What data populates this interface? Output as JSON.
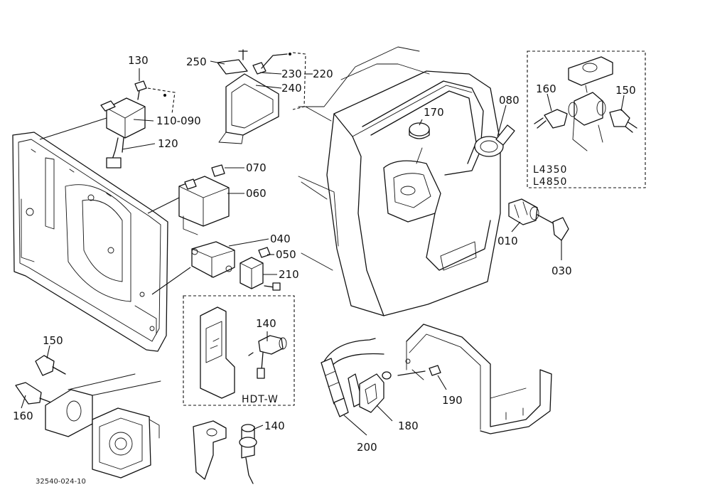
{
  "diagram": {
    "part_labels": {
      "p130": "130",
      "p110_090": "110-090",
      "p120": "120",
      "p250": "250",
      "p230": "230",
      "p220": "220",
      "p240": "240",
      "p070": "070",
      "p060": "060",
      "p040": "040",
      "p050": "050",
      "p210": "210",
      "p140_box": "140",
      "p140_bottom": "140",
      "p150_left": "150",
      "p160_left": "160",
      "p170": "170",
      "p080": "080",
      "p010": "010",
      "p030": "030",
      "p160_right": "160",
      "p150_right": "150",
      "p190": "190",
      "p180": "180",
      "p200": "200"
    },
    "variant_box": {
      "line1": "L4350",
      "line2": "L4850"
    },
    "hdt_box": {
      "label": "HDT-W"
    },
    "footer_code": "32540-024-10"
  }
}
